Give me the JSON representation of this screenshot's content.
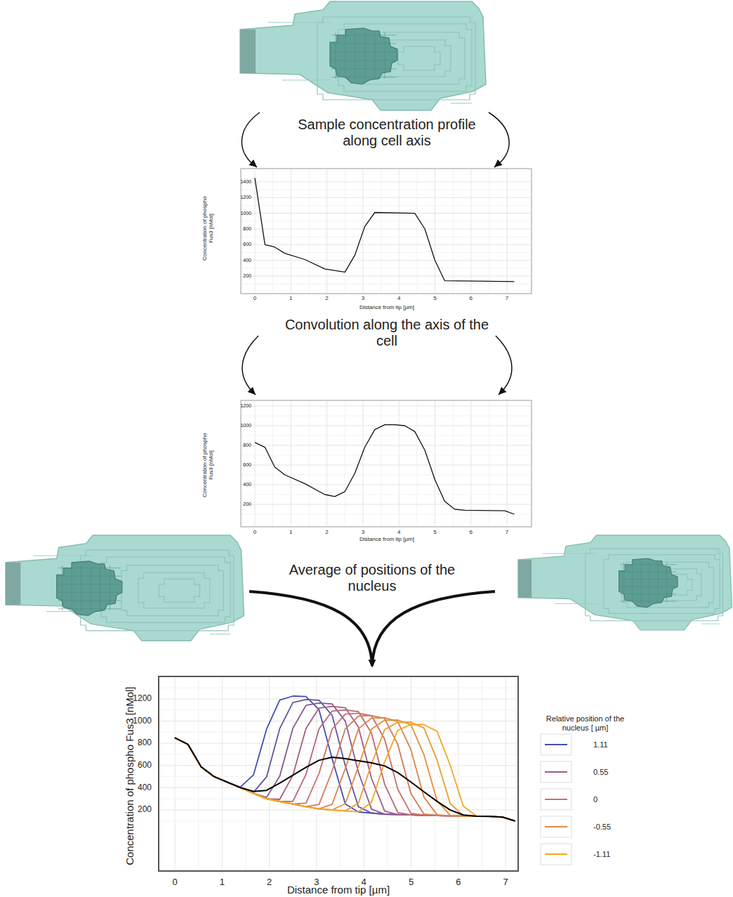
{
  "diagram": {
    "labels": [
      "Sample concentration profile along cell axis",
      "Convolution along the axis of the cell",
      "Average of positions of the nucleus",
      "1400",
      "1200",
      "1000",
      "800",
      "600",
      "400",
      "200",
      "0",
      "1",
      "2",
      "3",
      "4",
      "5",
      "6",
      "7",
      "Concentration of phospho Fus3 [nMol]",
      "Distance from tip [µm]",
      "1200",
      "1000",
      "800",
      "600",
      "400",
      "200",
      "0",
      "1",
      "2",
      "3",
      "4",
      "5",
      "6",
      "7",
      "Concentration of phospho Fus3 [nMol]",
      "Distance from tip [µm]",
      "1200",
      "1000",
      "800",
      "600",
      "400",
      "200",
      "0",
      "1",
      "2",
      "3",
      "4",
      "5",
      "6",
      "7",
      "Concentration of phospho Fus3 [nMol]",
      "Distance from tip [µm]",
      "Relative position of the nucleus [ µm]"
    ],
    "legend": [
      {
        "text": "1.11"
      },
      {
        "text": "0.55"
      },
      {
        "text": "0"
      },
      {
        "text": "-0.55"
      },
      {
        "text": "-1.11"
      }
    ]
  }
}
